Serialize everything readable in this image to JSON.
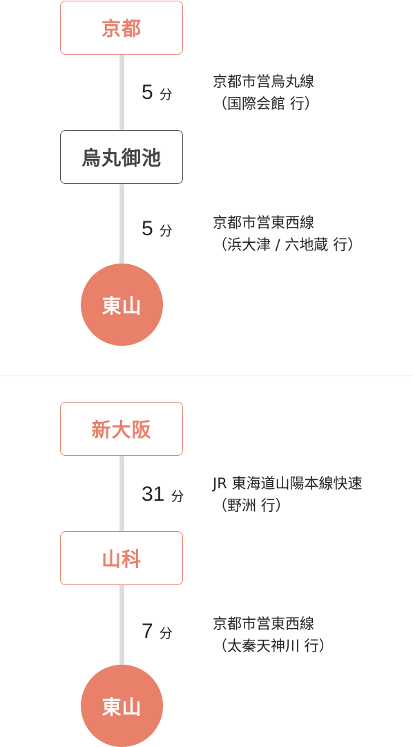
{
  "route_a": {
    "origin": "京都",
    "transfer": "烏丸御池",
    "destination": "東山",
    "leg1": {
      "minutes": "5",
      "unit": "分",
      "line": "京都市営烏丸線",
      "direction": "（国際会館 行）"
    },
    "leg2": {
      "minutes": "5",
      "unit": "分",
      "line": "京都市営東西線",
      "direction": "（浜大津 / 六地蔵 行）"
    }
  },
  "route_b": {
    "origin": "新大阪",
    "transfer": "山科",
    "destination": "東山",
    "leg1": {
      "minutes": "31",
      "unit": "分",
      "line": "JR 東海道山陽本線快速",
      "direction": "（野洲 行）"
    },
    "leg2": {
      "minutes": "7",
      "unit": "分",
      "line": "京都市営東西線",
      "direction": "（太秦天神川 行）"
    }
  },
  "colors": {
    "accent": "#e8806a",
    "neutral_border": "#4a4a4a",
    "line": "#dcdcdc",
    "divider": "#e3e3e3"
  }
}
